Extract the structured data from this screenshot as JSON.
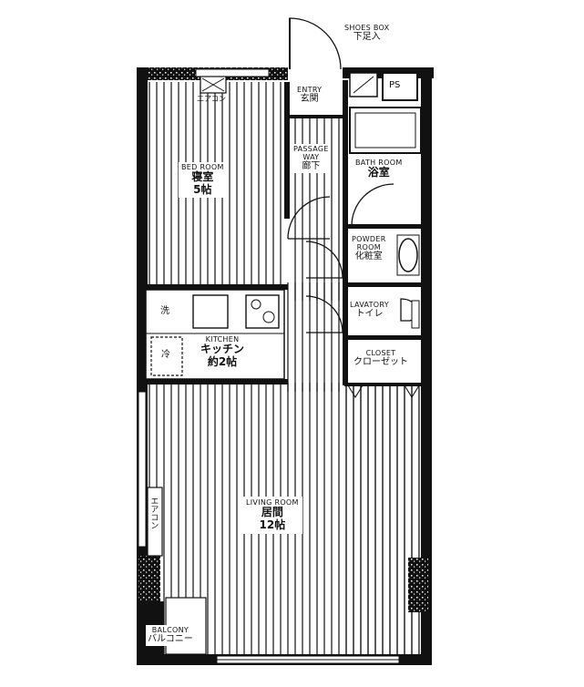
{
  "rooms": {
    "bedroom": {
      "en": "BED ROOM",
      "jp": "寝室",
      "size": "5帖"
    },
    "entry": {
      "en": "ENTRY",
      "jp": "玄関"
    },
    "passage": {
      "en_1": "PASSAGE",
      "en_2": "WAY",
      "jp": "廊下"
    },
    "bathroom": {
      "en": "BATH ROOM",
      "jp": "浴室"
    },
    "powder": {
      "en_1": "POWDER",
      "en_2": "ROOM",
      "jp": "化粧室"
    },
    "lavatory": {
      "en": "LAVATORY",
      "jp": "トイレ"
    },
    "closet": {
      "en": "CLOSET",
      "jp": "クローゼット"
    },
    "kitchen": {
      "en": "KITCHEN",
      "jp": "キッチン",
      "size": "約2帖"
    },
    "living": {
      "en": "LIVING ROOM",
      "jp": "居間",
      "size": "12帖"
    },
    "balcony": {
      "en": "BALCONY",
      "jp": "バルコニー"
    }
  },
  "fixtures": {
    "shoes_box": {
      "en": "SHOES BOX",
      "jp": "下足入"
    },
    "ps": "PS",
    "aircon_top": "エアコン",
    "aircon_side": "エアコン",
    "washer": "洗",
    "fridge": "冷"
  },
  "colors": {
    "wall": "#111111",
    "floor_lines": "#222222",
    "background": "#ffffff"
  }
}
